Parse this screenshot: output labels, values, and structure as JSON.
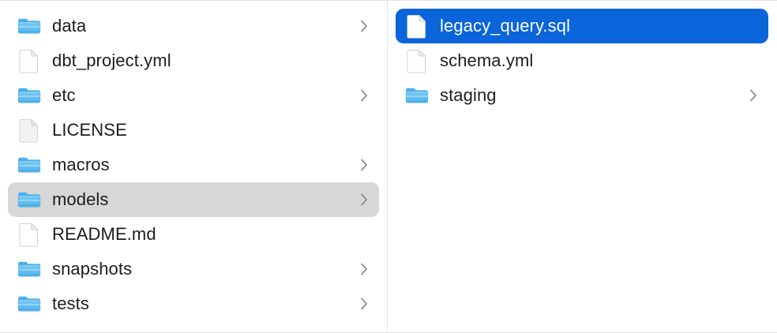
{
  "theme": {
    "background": "#ffffff",
    "divider": "#e4e4e4",
    "text": "#1d1d1f",
    "selection_active": "#0a64da",
    "selection_inactive": "#d7d7d7",
    "chevron": "#8b8b8f",
    "folder_blue": "#53b6f0"
  },
  "columns": [
    {
      "name": "column-one",
      "items": [
        {
          "label": "data",
          "kind": "folder",
          "icon": "folder-icon",
          "chevron": true,
          "state": "normal"
        },
        {
          "label": "dbt_project.yml",
          "kind": "file",
          "icon": "file-document-icon",
          "chevron": false,
          "state": "normal"
        },
        {
          "label": "etc",
          "kind": "folder",
          "icon": "folder-icon",
          "chevron": true,
          "state": "normal"
        },
        {
          "label": "LICENSE",
          "kind": "file",
          "icon": "file-generic-icon",
          "chevron": false,
          "state": "normal"
        },
        {
          "label": "macros",
          "kind": "folder",
          "icon": "folder-icon",
          "chevron": true,
          "state": "normal"
        },
        {
          "label": "models",
          "kind": "folder",
          "icon": "folder-icon",
          "chevron": true,
          "state": "selected-inactive"
        },
        {
          "label": "README.md",
          "kind": "file",
          "icon": "file-document-icon",
          "chevron": false,
          "state": "normal"
        },
        {
          "label": "snapshots",
          "kind": "folder",
          "icon": "folder-icon",
          "chevron": true,
          "state": "normal"
        },
        {
          "label": "tests",
          "kind": "folder",
          "icon": "folder-icon",
          "chevron": true,
          "state": "normal"
        }
      ]
    },
    {
      "name": "column-two",
      "items": [
        {
          "label": "legacy_query.sql",
          "kind": "file",
          "icon": "file-document-icon",
          "chevron": false,
          "state": "selected-active"
        },
        {
          "label": "schema.yml",
          "kind": "file",
          "icon": "file-document-icon",
          "chevron": false,
          "state": "normal"
        },
        {
          "label": "staging",
          "kind": "folder",
          "icon": "folder-icon",
          "chevron": true,
          "state": "normal"
        }
      ]
    }
  ]
}
